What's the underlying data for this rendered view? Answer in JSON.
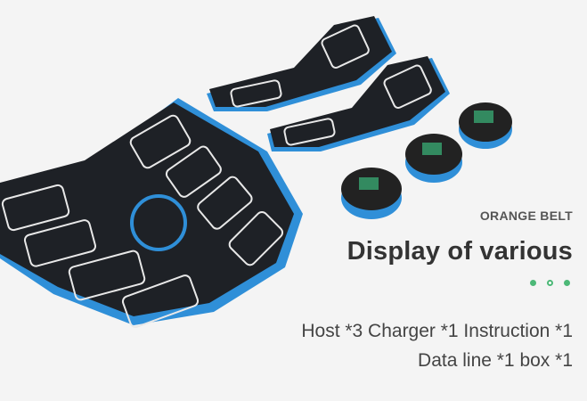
{
  "subtitle": "ORANGE BELT",
  "title": "Display of various",
  "carousel": {
    "count": 3,
    "active_index": 1
  },
  "contents_line_1": "Host *3 Charger *1 Instruction *1",
  "contents_line_2": "Data line *1 box *1",
  "colors": {
    "accent": "#4cb877",
    "pad": "#1e2126",
    "pad_edge": "#2f8fd8"
  }
}
